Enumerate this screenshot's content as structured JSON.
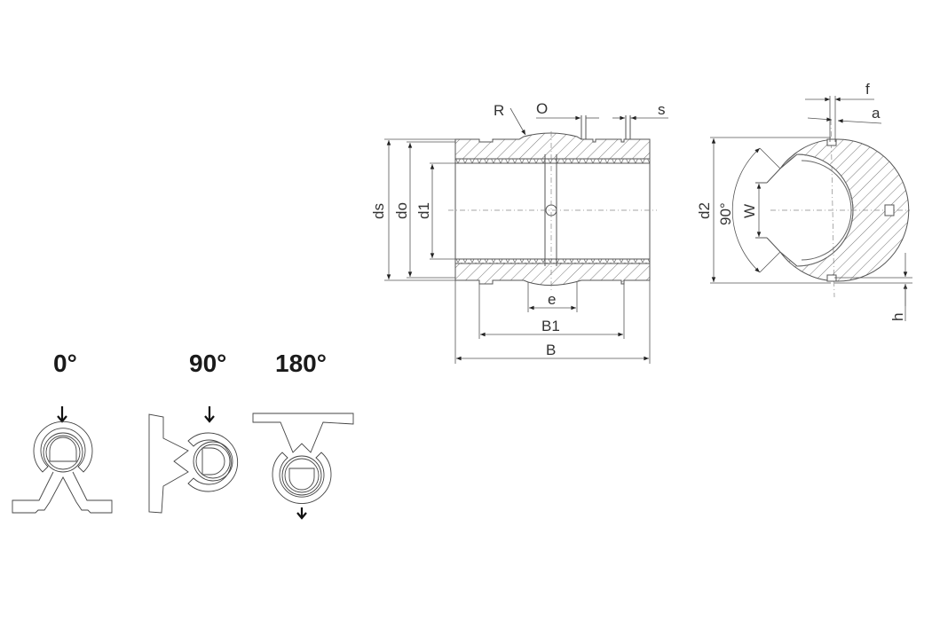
{
  "drawing": {
    "side_view": {
      "labels": {
        "R": "R",
        "O": "O",
        "s": "s",
        "ds": "ds",
        "do": "do",
        "d1": "d1",
        "e": "e",
        "B1": "B1",
        "B": "B"
      }
    },
    "end_view": {
      "labels": {
        "f": "f",
        "a": "a",
        "d2": "d2",
        "angle": "90°",
        "W": "W",
        "h": "h"
      }
    },
    "mounting_orientations": [
      {
        "label": "0°",
        "load_arrow": "down-arrow-icon"
      },
      {
        "label": "90°",
        "load_arrow": "down-arrow-icon"
      },
      {
        "label": "180°",
        "load_arrow": "down-arrow-icon"
      }
    ]
  },
  "colors": {
    "line": "#555555",
    "text": "#1a1a1a",
    "background": "#ffffff"
  }
}
